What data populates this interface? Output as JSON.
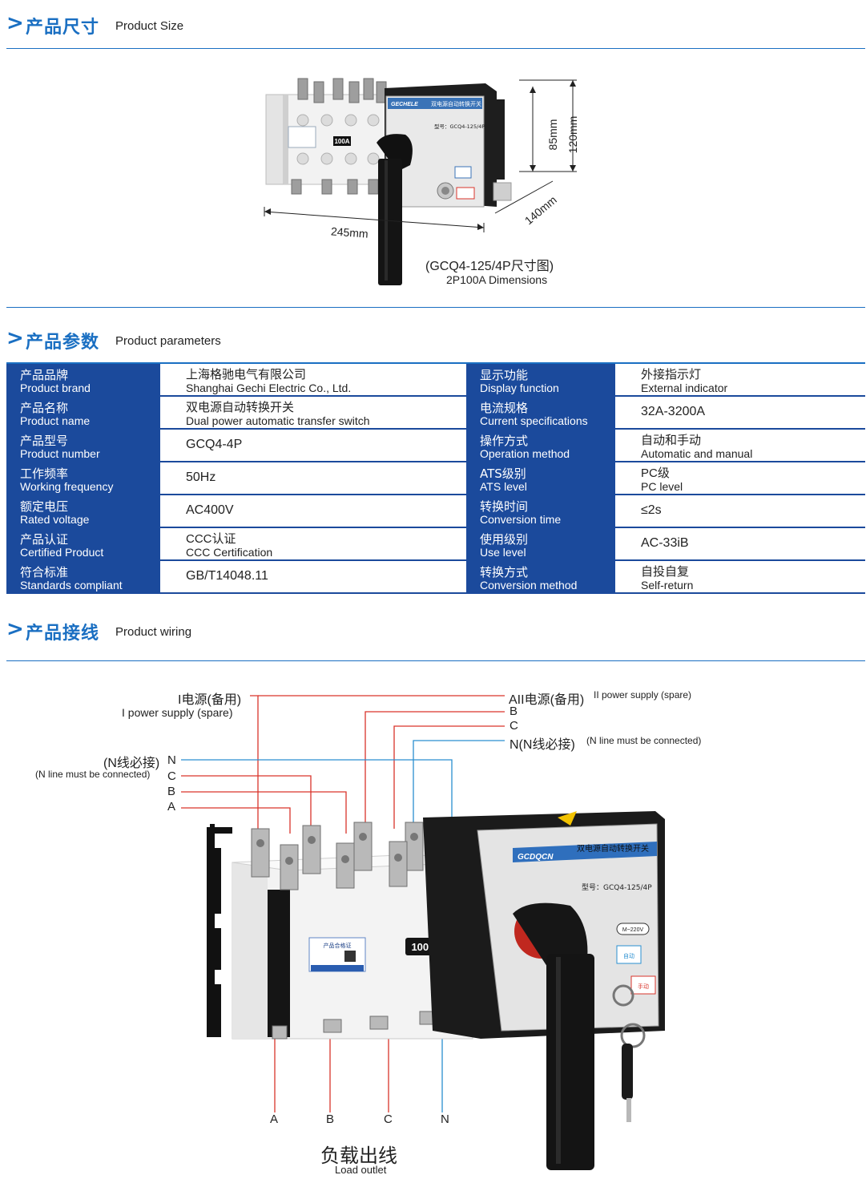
{
  "sections": {
    "size": {
      "cn": "产品尺寸",
      "en": "Product Size"
    },
    "params": {
      "cn": "产品参数",
      "en": "Product parameters"
    },
    "wiring": {
      "cn": "产品接线",
      "en": "Product wiring"
    }
  },
  "dimensions": {
    "height_outer": "120mm",
    "height_inner": "85mm",
    "depth": "140mm",
    "width": "245mm",
    "caption_cn": "(GCQ4-125/4P尺寸图)",
    "caption_en": "2P100A Dimensions",
    "device_brand": "GECHELE",
    "device_title": "双电源自动转换开关",
    "device_model": "型号：GCQ4-125/4P",
    "rating": "100A"
  },
  "params_left": [
    {
      "cn": "产品品牌",
      "en": "Product brand",
      "v1": "上海格驰电气有限公司",
      "v2": "Shanghai Gechi Electric Co., Ltd."
    },
    {
      "cn": "产品名称",
      "en": "Product name",
      "v1": "双电源自动转换开关",
      "v2": "Dual power automatic transfer switch"
    },
    {
      "cn": "产品型号",
      "en": "Product number",
      "v": "GCQ4-4P"
    },
    {
      "cn": "工作频率",
      "en": "Working frequency",
      "v": "50Hz"
    },
    {
      "cn": "额定电压",
      "en": "Rated voltage",
      "v": "AC400V"
    },
    {
      "cn": "产品认证",
      "en": "Certified Product",
      "v1": "CCC认证",
      "v2": "CCC Certification"
    },
    {
      "cn": "符合标准",
      "en": "Standards compliant",
      "v": "GB/T14048.11"
    }
  ],
  "params_right": [
    {
      "cn": "显示功能",
      "en": "Display function",
      "v1": "外接指示灯",
      "v2": "External indicator"
    },
    {
      "cn": "电流规格",
      "en": "Current specifications",
      "v": "32A-3200A"
    },
    {
      "cn": "操作方式",
      "en": "Operation method",
      "v1": "自动和手动",
      "v2": "Automatic and manual"
    },
    {
      "cn": "ATS级别",
      "en": "ATS level",
      "v1": "PC级",
      "v2": "PC level"
    },
    {
      "cn": "转换时间",
      "en": "Conversion time",
      "v": "≤2s"
    },
    {
      "cn": "使用级别",
      "en": "Use level",
      "v": "AC-33iB"
    },
    {
      "cn": "转换方式",
      "en": "Conversion method",
      "v1": "自投自复",
      "v2": "Self-return"
    }
  ],
  "wiring": {
    "left_supply_cn": "I电源(备用)",
    "left_supply_en": "I power supply (spare)",
    "left_n_cn": "(N线必接)",
    "left_n_en": "(N line must be connected)",
    "left_phases": [
      "N",
      "C",
      "B",
      "A"
    ],
    "right_supply_cn": "AII电源(备用)",
    "right_supply_en": "II power supply (spare)",
    "right_phases": [
      "B",
      "C"
    ],
    "right_n": "N(N线必接)",
    "right_n_en": "(N line must be connected)",
    "bottom_phases": [
      "A",
      "B",
      "C",
      "N"
    ],
    "load_cn": "负载出线",
    "load_en": "Load outlet",
    "device_brand": "GCDQCN",
    "device_title": "双电源自动转换开关",
    "device_model": "型号：GCQ4-125/4P",
    "rating": "100A",
    "cert": "产品合格证",
    "auto_label": "自动",
    "manual_label": "手动",
    "voltage_label": "M~220V",
    "colors": {
      "red": "#d9342b",
      "blue": "#2a8fd0",
      "accent": "#1a6fc2",
      "table_blue": "#1b4a9c"
    }
  }
}
